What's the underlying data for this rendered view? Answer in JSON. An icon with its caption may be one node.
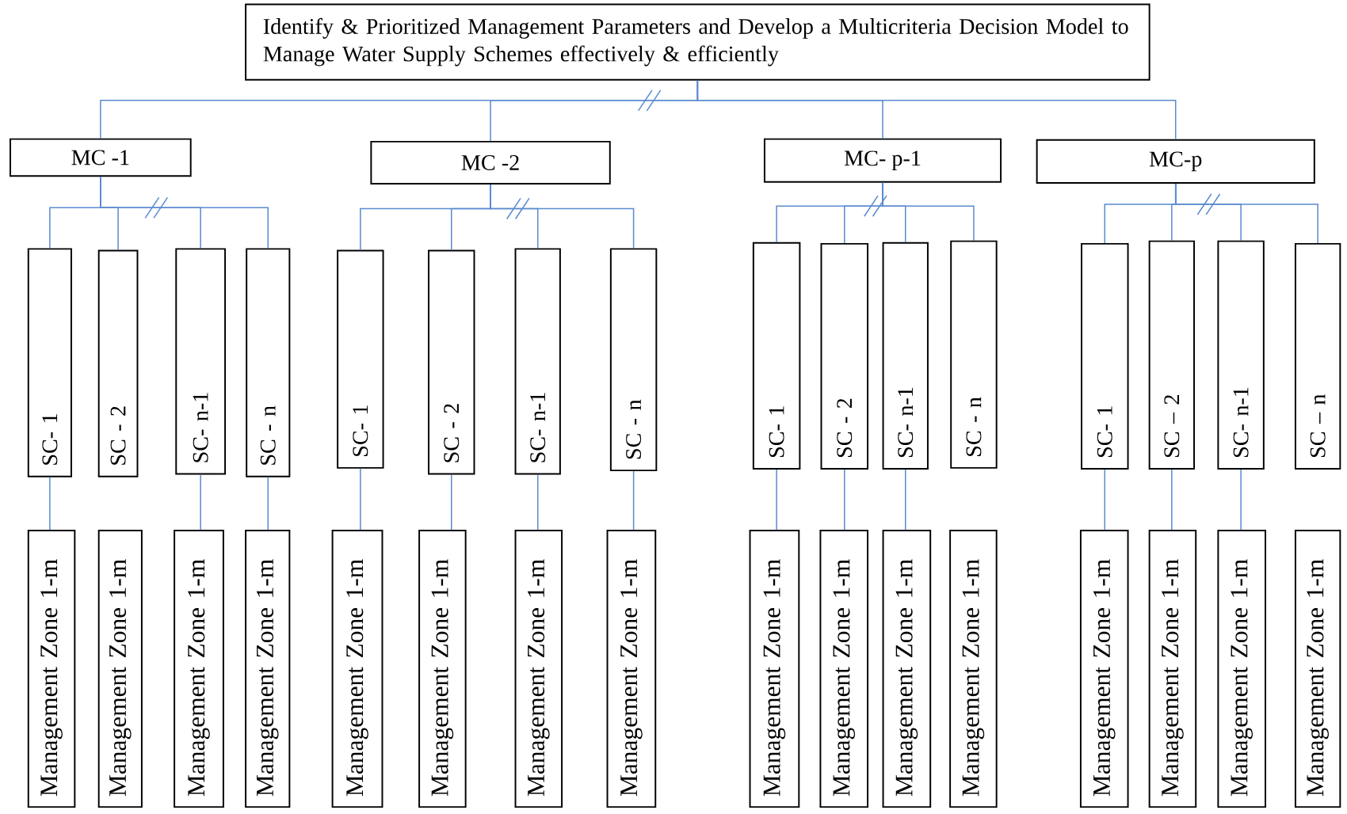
{
  "diagram": {
    "nodes": [
      {
        "text": [
          "Identify & Prioritized Management Parameters and Develop a Multicriteria Decision Model to Manage Water Supply Schemes effectively & efficiently"
        ]
      },
      {
        "text": [
          "MC -1"
        ]
      },
      {
        "text": [
          "MC -2"
        ]
      },
      {
        "text": [
          "MC- p-1"
        ]
      },
      {
        "text": [
          "MC-p"
        ]
      },
      {
        "text": [
          "SC- 1"
        ]
      },
      {
        "text": [
          "SC - 2"
        ]
      },
      {
        "text": [
          "SC- n-1"
        ]
      },
      {
        "text": [
          "SC - n"
        ]
      },
      {
        "text": [
          "SC- 1"
        ]
      },
      {
        "text": [
          "SC - 2"
        ]
      },
      {
        "text": [
          "SC- n-1"
        ]
      },
      {
        "text": [
          "SC - n"
        ]
      },
      {
        "text": [
          "SC- 1"
        ]
      },
      {
        "text": [
          "SC - 2"
        ]
      },
      {
        "text": [
          "SC- n-1"
        ]
      },
      {
        "text": [
          "SC - n"
        ]
      },
      {
        "text": [
          "SC- 1"
        ]
      },
      {
        "text": [
          "SC – 2"
        ]
      },
      {
        "text": [
          "SC- n-1"
        ]
      },
      {
        "text": [
          "SC – n"
        ]
      },
      {
        "text": [
          "Management Zone 1-m"
        ]
      },
      {
        "text": [
          "Management Zone 1-m"
        ]
      },
      {
        "text": [
          "Management Zone 1-m"
        ]
      },
      {
        "text": [
          "Management Zone 1-m"
        ]
      },
      {
        "text": [
          "Management Zone 1-m"
        ]
      },
      {
        "text": [
          "Management Zone 1-m"
        ]
      },
      {
        "text": [
          "Management Zone 1-m"
        ]
      },
      {
        "text": [
          "Management Zone 1-m"
        ]
      },
      {
        "text": [
          "Management Zone 1-m"
        ]
      },
      {
        "text": [
          "Management Zone 1-m"
        ]
      },
      {
        "text": [
          "Management Zone 1-m"
        ]
      },
      {
        "text": [
          "Management Zone 1-m"
        ]
      },
      {
        "text": [
          "Management Zone 1-m"
        ]
      },
      {
        "text": [
          "Management Zone 1-m"
        ]
      },
      {
        "text": [
          "Management Zone 1-m"
        ]
      },
      {
        "text": [
          "Management Zone 1-m"
        ]
      }
    ],
    "edges": [
      {
        "from": 0,
        "to": 1,
        "arrow": "none"
      },
      {
        "from": 0,
        "to": 2,
        "arrow": "none"
      },
      {
        "from": 0,
        "to": 3,
        "arrow": "none"
      },
      {
        "from": 0,
        "to": 4,
        "arrow": "none"
      },
      {
        "from": 1,
        "to": 5,
        "arrow": "none"
      },
      {
        "from": 1,
        "to": 6,
        "arrow": "none"
      },
      {
        "from": 1,
        "to": 7,
        "arrow": "none"
      },
      {
        "from": 1,
        "to": 8,
        "arrow": "none"
      },
      {
        "from": 2,
        "to": 9,
        "arrow": "none"
      },
      {
        "from": 2,
        "to": 10,
        "arrow": "none"
      },
      {
        "from": 2,
        "to": 11,
        "arrow": "none"
      },
      {
        "from": 2,
        "to": 12,
        "arrow": "none"
      },
      {
        "from": 3,
        "to": 13,
        "arrow": "none"
      },
      {
        "from": 3,
        "to": 14,
        "arrow": "none"
      },
      {
        "from": 3,
        "to": 15,
        "arrow": "none"
      },
      {
        "from": 3,
        "to": 16,
        "arrow": "none"
      },
      {
        "from": 4,
        "to": 17,
        "arrow": "none"
      },
      {
        "from": 4,
        "to": 18,
        "arrow": "none"
      },
      {
        "from": 4,
        "to": 19,
        "arrow": "none"
      },
      {
        "from": 4,
        "to": 20,
        "arrow": "none"
      },
      {
        "from": 5,
        "to": 21,
        "arrow": "none"
      },
      {
        "from": 7,
        "to": 23,
        "arrow": "none"
      },
      {
        "from": 8,
        "to": 24,
        "arrow": "none"
      },
      {
        "from": 9,
        "to": 25,
        "arrow": "none"
      },
      {
        "from": 10,
        "to": 26,
        "arrow": "none"
      },
      {
        "from": 11,
        "to": 27,
        "arrow": "none"
      },
      {
        "from": 12,
        "to": 28,
        "arrow": "none"
      },
      {
        "from": 13,
        "to": 29,
        "arrow": "none"
      },
      {
        "from": 14,
        "to": 30,
        "arrow": "none"
      },
      {
        "from": 15,
        "to": 31,
        "arrow": "none"
      },
      {
        "from": 17,
        "to": 33,
        "arrow": "none"
      },
      {
        "from": 18,
        "to": 34,
        "arrow": "none"
      },
      {
        "from": 19,
        "to": 35,
        "arrow": "none"
      }
    ]
  }
}
